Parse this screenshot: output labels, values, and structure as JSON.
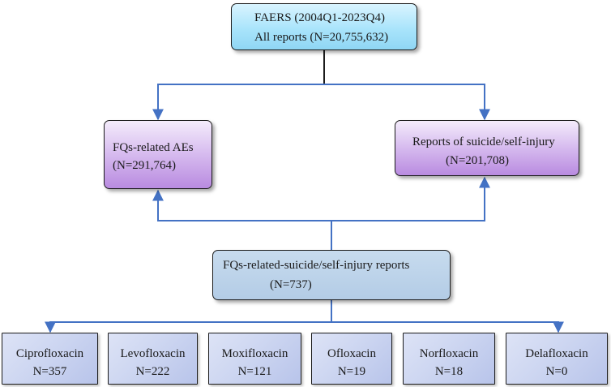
{
  "source": {
    "line1": "FAERS (2004Q1-2023Q4)",
    "line2": "All reports (N=20,755,632)"
  },
  "fq_aes": {
    "line1": "FQs-related AEs",
    "line2": "(N=291,764)"
  },
  "suicide": {
    "line1": "Reports of suicide/self-injury",
    "line2": "(N=201,708)"
  },
  "intersection": {
    "line1": "FQs-related-suicide/self-injury reports",
    "line2": "(N=737)"
  },
  "drugs": [
    {
      "name": "Ciprofloxacin",
      "count": "N=357"
    },
    {
      "name": "Levofloxacin",
      "count": "N=222"
    },
    {
      "name": "Moxifloxacin",
      "count": "N=121"
    },
    {
      "name": "Ofloxacin",
      "count": "N=19"
    },
    {
      "name": "Norfloxacin",
      "count": "N=18"
    },
    {
      "name": "Delafloxacin",
      "count": "N=0"
    }
  ],
  "colors": {
    "arrow": "#4472c4",
    "cyan_box": "#a9e4fb",
    "purple_box": "#c9a6e8",
    "steel_box": "#b8cfe8",
    "drug_box": "#cdd6f1"
  }
}
